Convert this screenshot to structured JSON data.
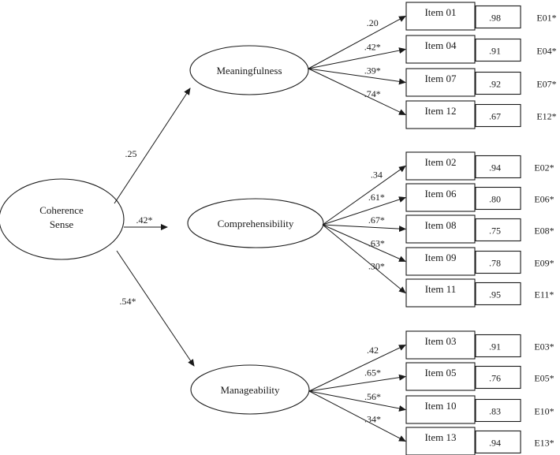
{
  "diagram": {
    "root": {
      "lines": [
        "Coherence",
        "Sense"
      ]
    },
    "factors": [
      {
        "name": "Meaningfulness",
        "path": ".25",
        "items": [
          {
            "item": "Item 01",
            "loading": ".20",
            "residual": ".98",
            "error": "E01*"
          },
          {
            "item": "Item 04",
            "loading": ".42*",
            "residual": ".91",
            "error": "E04*"
          },
          {
            "item": "Item 07",
            "loading": ".39*",
            "residual": ".92",
            "error": "E07*"
          },
          {
            "item": "Item 12",
            "loading": ".74*",
            "residual": ".67",
            "error": "E12*"
          }
        ]
      },
      {
        "name": "Comprehensibility",
        "path": ".42*",
        "items": [
          {
            "item": "Item 02",
            "loading": ".34",
            "residual": ".94",
            "error": "E02*"
          },
          {
            "item": "Item 06",
            "loading": ".61*",
            "residual": ".80",
            "error": "E06*"
          },
          {
            "item": "Item 08",
            "loading": ".67*",
            "residual": ".75",
            "error": "E08*"
          },
          {
            "item": "Item 09",
            "loading": ".63*",
            "residual": ".78",
            "error": "E09*"
          },
          {
            "item": "Item 11",
            "loading": ".30*",
            "residual": ".95",
            "error": "E11*"
          }
        ]
      },
      {
        "name": "Manageability",
        "path": ".54*",
        "items": [
          {
            "item": "Item 03",
            "loading": ".42",
            "residual": ".91",
            "error": "E03*"
          },
          {
            "item": "Item 05",
            "loading": ".65*",
            "residual": ".76",
            "error": "E05*"
          },
          {
            "item": "Item 10",
            "loading": ".56*",
            "residual": ".83",
            "error": "E10*"
          },
          {
            "item": "Item 13",
            "loading": ".34*",
            "residual": ".94",
            "error": "E13*"
          }
        ]
      }
    ]
  }
}
